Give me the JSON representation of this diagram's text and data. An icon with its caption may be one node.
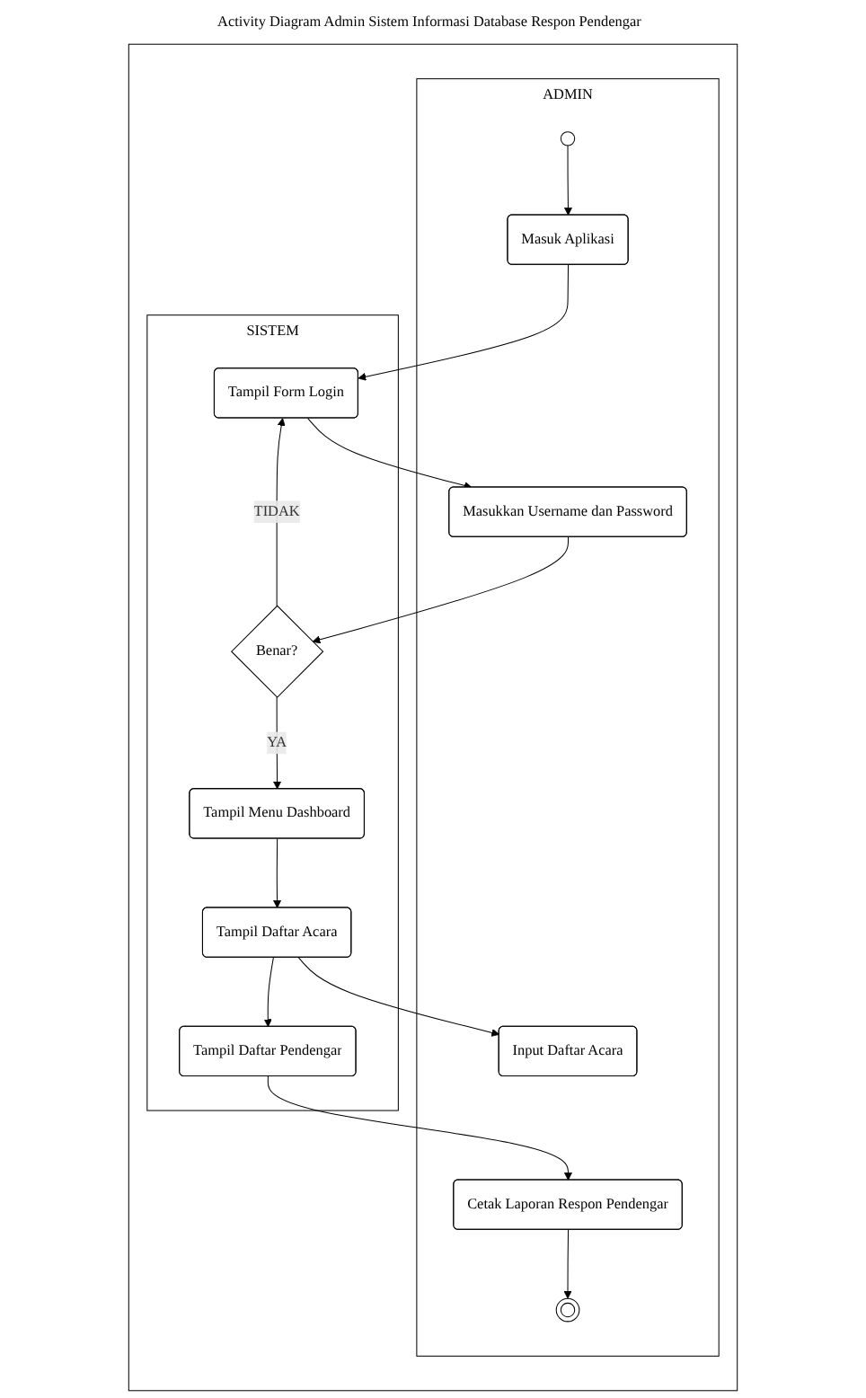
{
  "diagram": {
    "nodes": [
      {
        "text": [
          "Activity Diagram Admin Sistem Informasi Database Respon Pendengar"
        ]
      },
      {
        "text": [
          "ADMIN"
        ],
        "in": 0
      },
      {
        "text": [
          "SISTEM"
        ],
        "in": 0
      },
      {
        "text": [],
        "shape": "circle",
        "in": 1
      },
      {
        "text": [
          "Masuk Aplikasi"
        ],
        "in": 1
      },
      {
        "text": [
          "Tampil Form Login"
        ],
        "in": 2
      },
      {
        "text": [
          "Masukkan Username dan Password"
        ],
        "in": 1
      },
      {
        "text": [
          "Benar?"
        ],
        "in": 2
      },
      {
        "text": [
          "Tampil Menu Dashboard"
        ],
        "in": 2
      },
      {
        "text": [
          "Input Daftar Acara"
        ],
        "in": 1
      },
      {
        "text": [
          "Tampil Daftar Acara"
        ],
        "in": 2
      },
      {
        "text": [
          "Cetak Laporan Respon Pendengar"
        ],
        "in": 1
      },
      {
        "text": [
          "Tampil Daftar Pendengar"
        ],
        "in": 2
      },
      {
        "text": [],
        "shape": "circle",
        "in": 1
      }
    ],
    "edges": [
      {
        "from": 3,
        "to": 4,
        "arrow": "to"
      },
      {
        "from": 4,
        "to": 5,
        "arrow": "to"
      },
      {
        "from": 5,
        "to": 6,
        "arrow": "to"
      },
      {
        "from": 6,
        "to": 7,
        "arrow": "to"
      },
      {
        "from": 7,
        "to": 5,
        "label": "TIDAK",
        "arrow": "to"
      },
      {
        "from": 7,
        "to": 8,
        "label": "YA",
        "arrow": "to"
      },
      {
        "from": 8,
        "to": 10,
        "arrow": "to"
      },
      {
        "from": 10,
        "to": 9,
        "arrow": "to"
      },
      {
        "from": 10,
        "to": 12,
        "arrow": "to"
      },
      {
        "from": 12,
        "to": 11,
        "arrow": "to"
      },
      {
        "from": 11,
        "to": 13,
        "arrow": "to"
      }
    ]
  }
}
